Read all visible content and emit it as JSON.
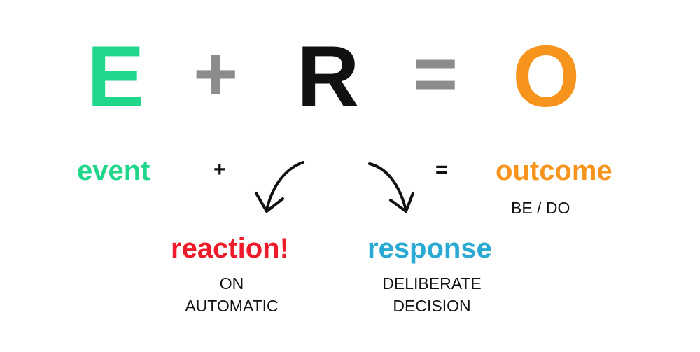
{
  "equation": {
    "e_letter": "E",
    "plus": "+",
    "r_letter": "R",
    "equals": "=",
    "o_letter": "O"
  },
  "labels": {
    "event": "event",
    "plus": "+",
    "equals": "=",
    "outcome": "outcome",
    "outcome_sub": "BE / DO",
    "reaction": "reaction!",
    "reaction_sub_1": "ON",
    "reaction_sub_2": "AUTOMATIC",
    "response": "response",
    "response_sub_1": "DELIBERATE",
    "response_sub_2": "DECISION"
  },
  "colors": {
    "event": "#1fd68a",
    "operator_gray": "#8c8c8c",
    "r_black": "#111111",
    "outcome": "#f7941d",
    "reaction": "#ee1c2b",
    "response": "#2aa9d2"
  },
  "icons": {
    "left_arrow": "curved-arrow-down-left-icon",
    "right_arrow": "curved-arrow-down-right-icon"
  }
}
